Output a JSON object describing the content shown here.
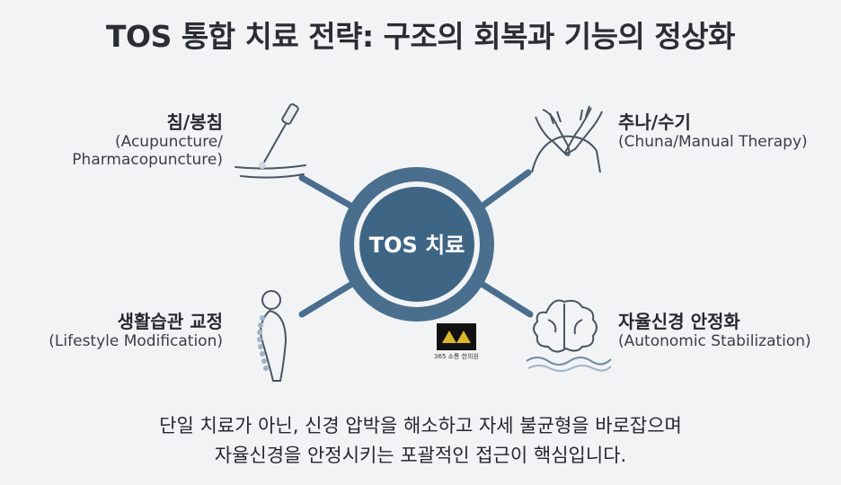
{
  "title": "TOS 통합 치료 전략: 구조의 회복과 기능의 정상화",
  "center": {
    "label": "TOS 치료"
  },
  "items": [
    {
      "ko": "침/봉침",
      "en1": "(Acupuncture/",
      "en2": "Pharmacopuncture)",
      "icon": "acupuncture-needle-icon"
    },
    {
      "ko": "추나/수기",
      "en1": "(Chuna/Manual Therapy)",
      "icon": "manual-therapy-hands-icon"
    },
    {
      "ko": "생활습관 교정",
      "en1": "(Lifestyle Modification)",
      "icon": "posture-spine-icon"
    },
    {
      "ko": "자율신경 안정화",
      "en1": "(Autonomic Stabilization)",
      "icon": "brain-wave-icon"
    }
  ],
  "logo": {
    "text": "365 소통 한의원",
    "icon": "clinic-logo-icon"
  },
  "summary": {
    "line1": "단일 치료가 아닌, 신경 압박을 해소하고 자세 불균형을 바로잡으며",
    "line2": "자율신경을 안정시키는 포괄적인 접근이 핵심입니다."
  },
  "colors": {
    "ring": "#4a6e8e",
    "center": "#3f6585",
    "background": "#f1f3f5",
    "text": "#2b2f34"
  }
}
